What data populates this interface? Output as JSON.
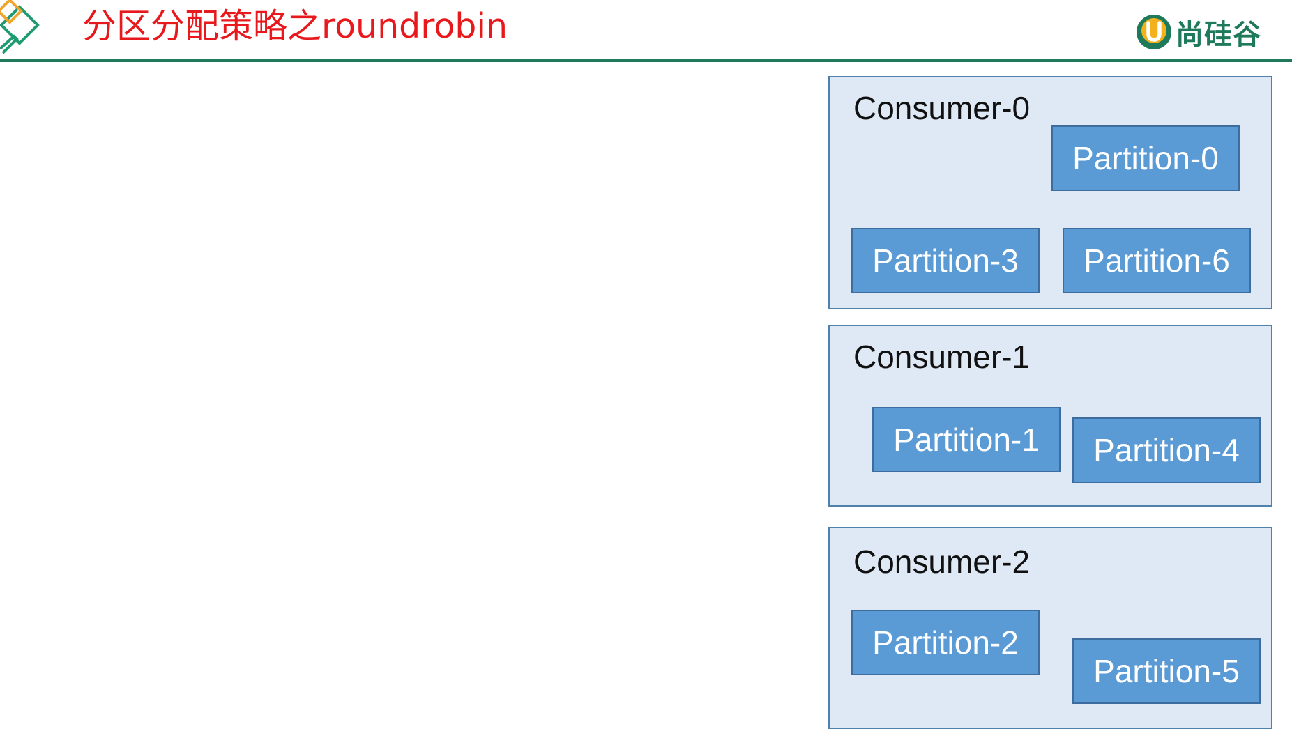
{
  "header": {
    "title": "分区分配策略之roundrobin",
    "brand_name": "尚硅谷",
    "brand_icon": "u-logo-icon"
  },
  "colors": {
    "title": "#e8191d",
    "rule": "#1f7a5c",
    "consumer_fill": "#dee9f5",
    "consumer_border": "#4f81ad",
    "partition_fill": "#5b9bd5",
    "partition_border": "#3c6d9e"
  },
  "consumers": [
    {
      "label": "Consumer-0",
      "partitions": [
        "Partition-0",
        "Partition-3",
        "Partition-6"
      ]
    },
    {
      "label": "Consumer-1",
      "partitions": [
        "Partition-1",
        "Partition-4"
      ]
    },
    {
      "label": "Consumer-2",
      "partitions": [
        "Partition-2",
        "Partition-5"
      ]
    }
  ]
}
